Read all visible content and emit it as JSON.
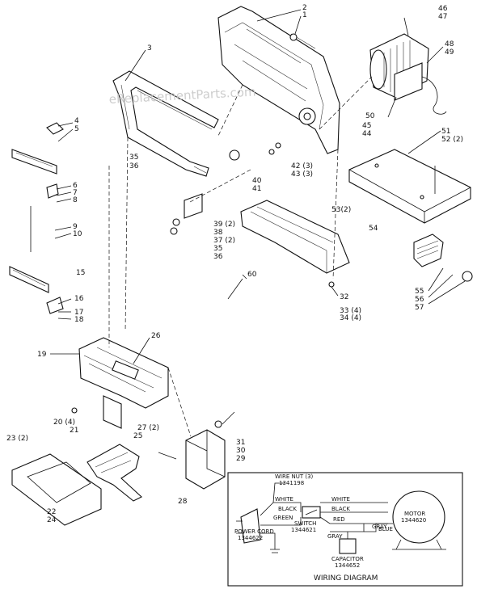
{
  "watermark": "eReplacementParts.com",
  "parts": [
    {
      "id": "p1",
      "label": "1"
    },
    {
      "id": "p2",
      "label": "2"
    },
    {
      "id": "p3",
      "label": "3"
    },
    {
      "id": "p4",
      "label": "4"
    },
    {
      "id": "p5",
      "label": "5"
    },
    {
      "id": "p6",
      "label": "6"
    },
    {
      "id": "p7",
      "label": "7"
    },
    {
      "id": "p8",
      "label": "8"
    },
    {
      "id": "p9",
      "label": "9"
    },
    {
      "id": "p10",
      "label": "10"
    },
    {
      "id": "p15",
      "label": "15"
    },
    {
      "id": "p16",
      "label": "16"
    },
    {
      "id": "p17",
      "label": "17"
    },
    {
      "id": "p18",
      "label": "18"
    },
    {
      "id": "p19",
      "label": "19"
    },
    {
      "id": "p20",
      "label": "20 (4)"
    },
    {
      "id": "p21",
      "label": "21"
    },
    {
      "id": "p22",
      "label": "22"
    },
    {
      "id": "p23",
      "label": "23 (2)"
    },
    {
      "id": "p24",
      "label": "24"
    },
    {
      "id": "p25",
      "label": "25"
    },
    {
      "id": "p26",
      "label": "26"
    },
    {
      "id": "p27",
      "label": "27 (2)"
    },
    {
      "id": "p28",
      "label": "28"
    },
    {
      "id": "p29",
      "label": "29"
    },
    {
      "id": "p30",
      "label": "30"
    },
    {
      "id": "p31",
      "label": "31"
    },
    {
      "id": "p32",
      "label": "32"
    },
    {
      "id": "p33",
      "label": "33 (4)"
    },
    {
      "id": "p34",
      "label": "34 (4)"
    },
    {
      "id": "p35a",
      "label": "35"
    },
    {
      "id": "p36a",
      "label": "36"
    },
    {
      "id": "p35b",
      "label": "35"
    },
    {
      "id": "p36b",
      "label": "36"
    },
    {
      "id": "p37",
      "label": "37 (2)"
    },
    {
      "id": "p38",
      "label": "38"
    },
    {
      "id": "p39",
      "label": "39 (2)"
    },
    {
      "id": "p40",
      "label": "40"
    },
    {
      "id": "p41",
      "label": "41"
    },
    {
      "id": "p42",
      "label": "42 (3)"
    },
    {
      "id": "p43",
      "label": "43 (3)"
    },
    {
      "id": "p44",
      "label": "44"
    },
    {
      "id": "p45",
      "label": "45"
    },
    {
      "id": "p46",
      "label": "46"
    },
    {
      "id": "p47",
      "label": "47"
    },
    {
      "id": "p48",
      "label": "48"
    },
    {
      "id": "p49",
      "label": "49"
    },
    {
      "id": "p50",
      "label": "50"
    },
    {
      "id": "p51",
      "label": "51"
    },
    {
      "id": "p52",
      "label": "52 (2)"
    },
    {
      "id": "p53",
      "label": "53(2)"
    },
    {
      "id": "p54",
      "label": "54"
    },
    {
      "id": "p55",
      "label": "55"
    },
    {
      "id": "p56",
      "label": "56"
    },
    {
      "id": "p57",
      "label": "57"
    },
    {
      "id": "p60",
      "label": "60"
    }
  ],
  "wiring": {
    "title": "WIRING DIAGRAM",
    "wire_nut": "WIRE NUT (3)",
    "wire_nut_no": "1341198",
    "white_1": "WHITE",
    "white_2": "WHITE",
    "black_1": "BLACK",
    "black_2": "BLACK",
    "green": "GREEN",
    "red": "RED",
    "gray_1": "GRAY",
    "gray_2": "GRAY",
    "blue": "BLUE",
    "switch": "SWITCH",
    "switch_no": "1344621",
    "power_cord": "POWER CORD",
    "power_cord_no": "1344622",
    "capacitor": "CAPACITOR",
    "capacitor_no": "1344652",
    "motor": "MOTOR",
    "motor_no": "1344620"
  }
}
